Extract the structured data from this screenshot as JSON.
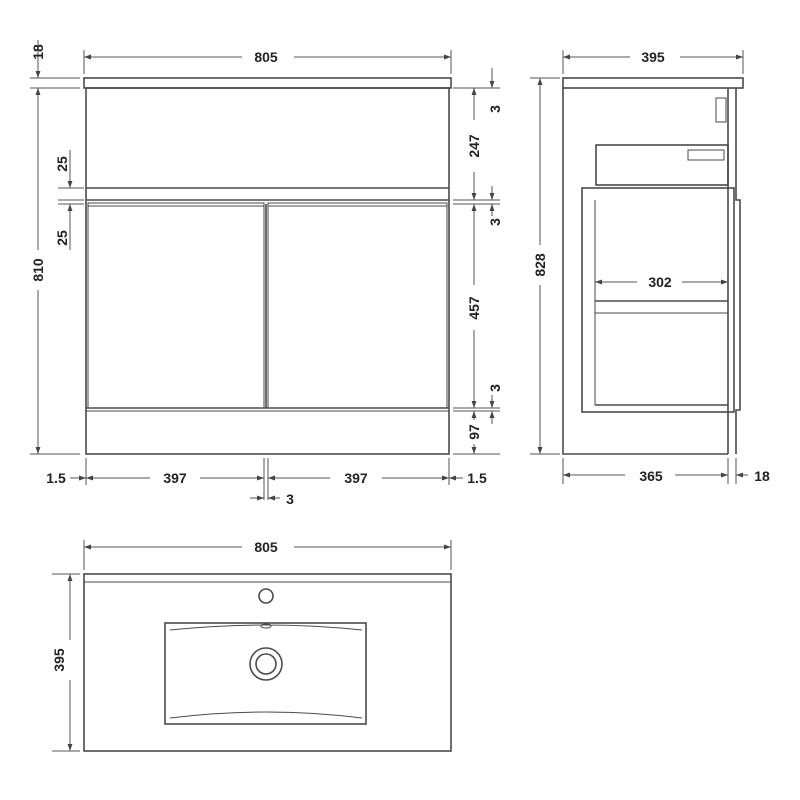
{
  "drawing": {
    "front_view": {
      "overall_width": "805",
      "top_thickness": "18",
      "body_height": "810",
      "upper_gap_top": "25",
      "upper_gap_bottom": "25",
      "right_gap_top": "3",
      "drawer_height": "247",
      "right_gap_mid": "3",
      "door_height": "457",
      "right_gap_low": "3",
      "plinth_height": "97",
      "left_edge": "1.5",
      "door_left_width": "397",
      "door_right_width": "397",
      "right_edge": "1.5",
      "door_gap": "3"
    },
    "side_view": {
      "top_depth": "395",
      "overall_height": "828",
      "drawer_depth": "302",
      "body_depth": "365",
      "door_thickness": "18"
    },
    "top_view": {
      "overall_width": "805",
      "overall_depth": "395"
    }
  }
}
